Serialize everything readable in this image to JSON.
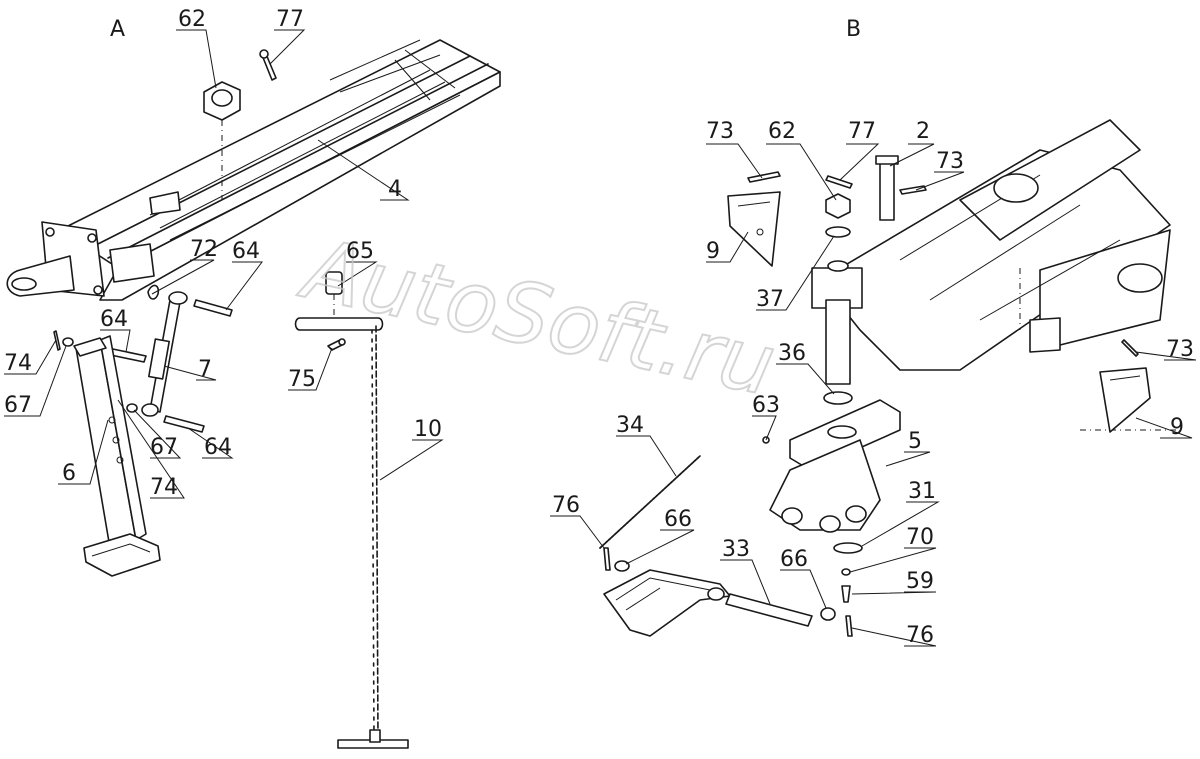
{
  "watermark": "AutoSoft.ru",
  "sections": [
    {
      "id": "section-a",
      "text": "A"
    },
    {
      "id": "section-b",
      "text": "B"
    }
  ],
  "labels": [
    {
      "text": "62"
    },
    {
      "text": "77"
    },
    {
      "text": "4"
    },
    {
      "text": "72"
    },
    {
      "text": "64"
    },
    {
      "text": "64"
    },
    {
      "text": "74"
    },
    {
      "text": "67"
    },
    {
      "text": "7"
    },
    {
      "text": "67"
    },
    {
      "text": "64"
    },
    {
      "text": "74"
    },
    {
      "text": "6"
    },
    {
      "text": "65"
    },
    {
      "text": "75"
    },
    {
      "text": "10"
    },
    {
      "text": "73"
    },
    {
      "text": "62"
    },
    {
      "text": "77"
    },
    {
      "text": "2"
    },
    {
      "text": "73"
    },
    {
      "text": "9"
    },
    {
      "text": "37"
    },
    {
      "text": "36"
    },
    {
      "text": "63"
    },
    {
      "text": "34"
    },
    {
      "text": "5"
    },
    {
      "text": "73"
    },
    {
      "text": "9"
    },
    {
      "text": "76"
    },
    {
      "text": "66"
    },
    {
      "text": "31"
    },
    {
      "text": "70"
    },
    {
      "text": "33"
    },
    {
      "text": "66"
    },
    {
      "text": "59"
    },
    {
      "text": "76"
    }
  ]
}
